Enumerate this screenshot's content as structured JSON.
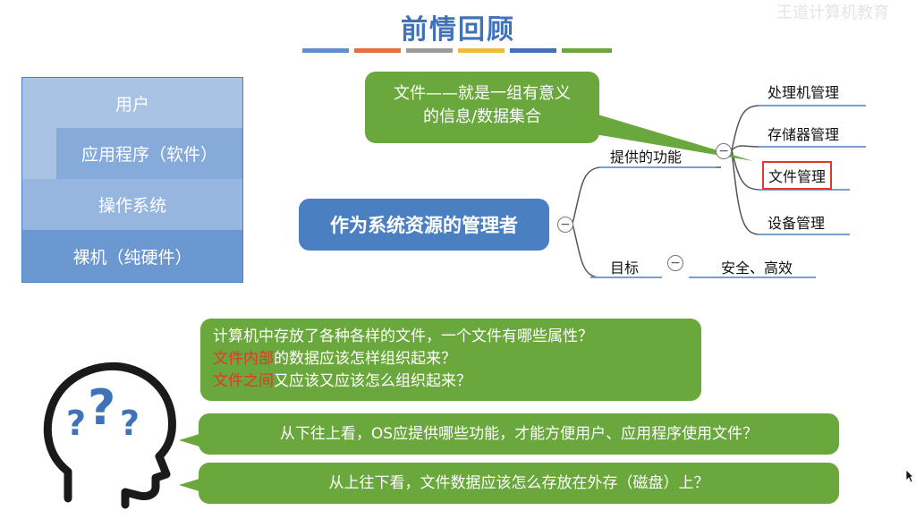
{
  "slide": {
    "title": "前情回顾",
    "watermark": "王道计算机教育",
    "title_bar_colors": [
      "#5b8fd0",
      "#e0703f",
      "#9a9a9a",
      "#f0b93a",
      "#3f72b8",
      "#6aa73c"
    ]
  },
  "layers": {
    "user": "用户",
    "app": "应用程序（软件）",
    "os": "操作系统",
    "hardware": "裸机（纯硬件）"
  },
  "mindmap": {
    "main": "作为系统资源的管理者",
    "provide": "提供的功能",
    "functions": [
      "处理机管理",
      "存储器管理",
      "文件管理",
      "设备管理"
    ],
    "goal": "目标",
    "goal_value": "安全、高效",
    "collapse_symbol": "−"
  },
  "file_callout": {
    "line1": "文件——就是一组有意义",
    "line2": "的信息/数据集合"
  },
  "questions": {
    "q1_line1": "计算机中存放了各种各样的文件，一个文件有哪些属性？",
    "q1_line2_red": "文件内部",
    "q1_line2_rest": "的数据应该怎样组织起来？",
    "q1_line3_red": "文件之间",
    "q1_line3_rest": "又应该又应该怎么组织起来？",
    "q2": "从下往上看，OS应提供哪些功能，才能方便用户、应用程序使用文件？",
    "q3": "从上往下看，文件数据应该怎么存放在外存（磁盘）上？"
  },
  "colors": {
    "green": "#6aa73c",
    "blue": "#4a80c2",
    "highlight_red": "#e0392c"
  }
}
